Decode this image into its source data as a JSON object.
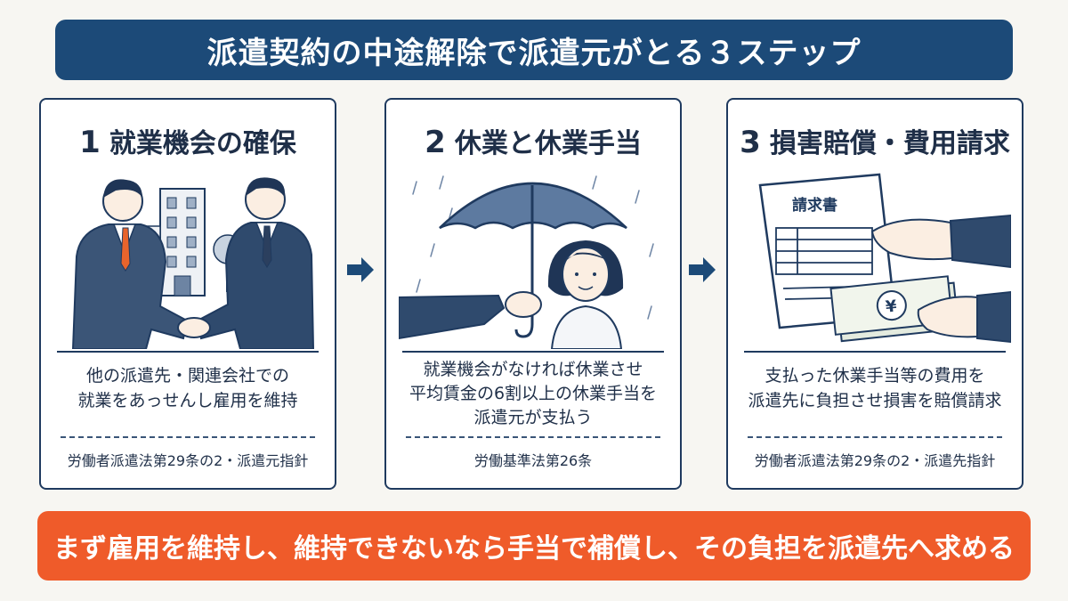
{
  "header": {
    "title": "派遣契約の中途解除で派遣元がとる３ステップ"
  },
  "steps": [
    {
      "number": "1",
      "title": "就業機会の確保",
      "description_lines": [
        "他の派遣先・関連会社での",
        "就業をあっせんし雇用を維持"
      ],
      "law": "労働者派遣法第29条の2・派遣元指針",
      "illustration": "two-businessmen-handshake-office-building"
    },
    {
      "number": "2",
      "title": "休業と休業手当",
      "description_lines": [
        "就業機会がなければ休業させ",
        "平均賃金の6割以上の休業手当を",
        "派遣元が支払う"
      ],
      "law": "労働基準法第26条",
      "illustration": "hand-holding-umbrella-over-worker-in-rain"
    },
    {
      "number": "3",
      "title": "損害賠償・費用請求",
      "description_lines": [
        "支払った休業手当等の費用を",
        "派遣先に負担させ損害を賠償請求"
      ],
      "law": "労働者派遣法第29条の2・派遣先指針",
      "illustration": "invoice-and-yen-banknotes-handover",
      "invoice_label": "請求書",
      "currency_symbol": "¥"
    }
  ],
  "arrows": [
    "arrow-right-icon",
    "arrow-right-icon"
  ],
  "footer": {
    "summary": "まず雇用を維持し、維持できないなら手当で補償し、その負担を派遣先へ求める"
  },
  "colors": {
    "navy": "#1c4a78",
    "orange": "#ef5b2a",
    "background": "#f7f6f2"
  }
}
